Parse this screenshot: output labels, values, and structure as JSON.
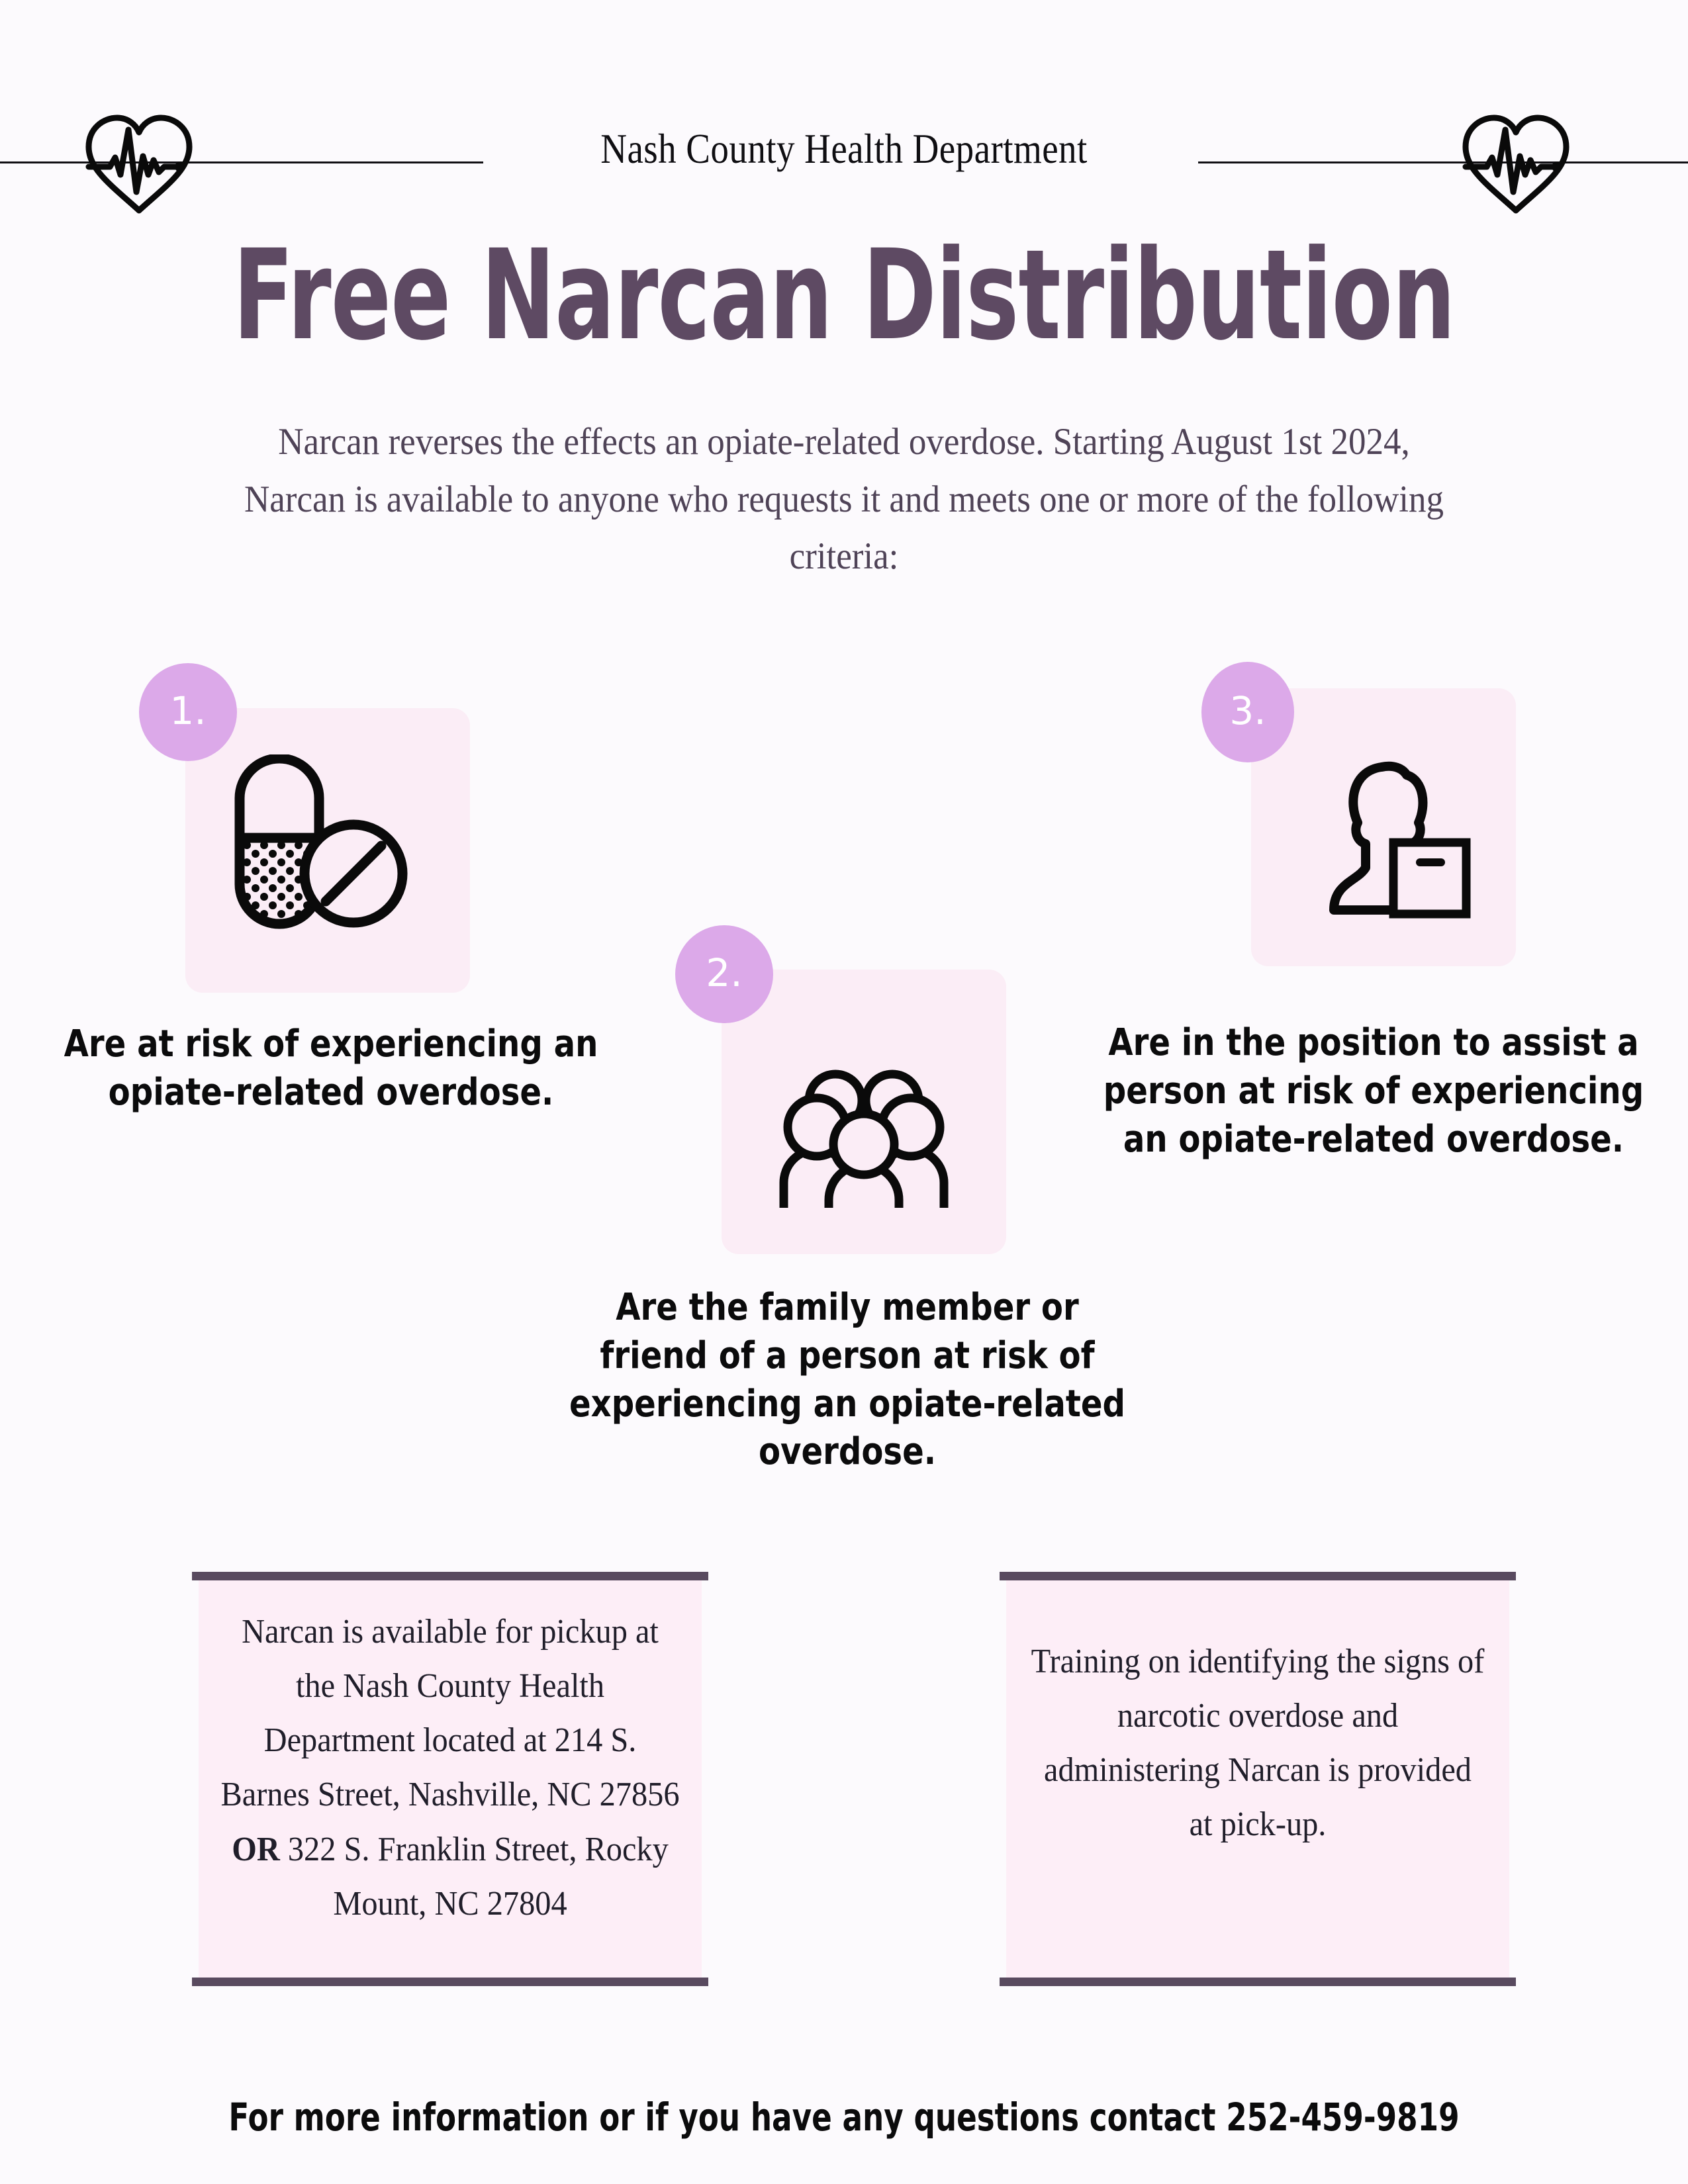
{
  "header": {
    "organization": "Nash County Health Department",
    "left_icon": "heartbeat-icon",
    "right_icon": "heartbeat-icon"
  },
  "title": "Free Narcan Distribution",
  "intro": "Narcan reverses the effects an opiate-related overdose. Starting August 1st 2024, Narcan is available to anyone who requests it and meets one or more of the following criteria:",
  "criteria": [
    {
      "number": "1.",
      "icon": "pills-icon",
      "text": "Are at risk of experiencing an opiate-related overdose."
    },
    {
      "number": "2.",
      "icon": "group-of-people-icon",
      "text": "Are the family member or friend of a person at risk of experiencing an opiate-related overdose."
    },
    {
      "number": "3.",
      "icon": "person-with-kit-icon",
      "text": "Are in the position to assist a person at risk of experiencing an opiate-related overdose."
    }
  ],
  "info_boxes": {
    "pickup": {
      "line_1": "Narcan is available for pickup at the Nash County Health Department located at 214 S. Barnes Street, Nashville, NC 27856 ",
      "emphasis": "OR",
      "line_2": " 322 S. Franklin Street, Rocky Mount, NC 27804"
    },
    "training": {
      "text": "Training on identifying the signs of narcotic overdose and administering Narcan is provided at pick-up."
    }
  },
  "footer": {
    "contact": "For more information or if you have any questions contact 252-459-9819"
  },
  "colors": {
    "background": "#FCFAFD",
    "title_purple": "#5E4A63",
    "badge_purple": "#DCA9E9",
    "card_pink": "#FBEDF6",
    "bar_purple": "#594A5F",
    "body_text": "#0B0B0C",
    "intro_text": "#4F4357"
  }
}
